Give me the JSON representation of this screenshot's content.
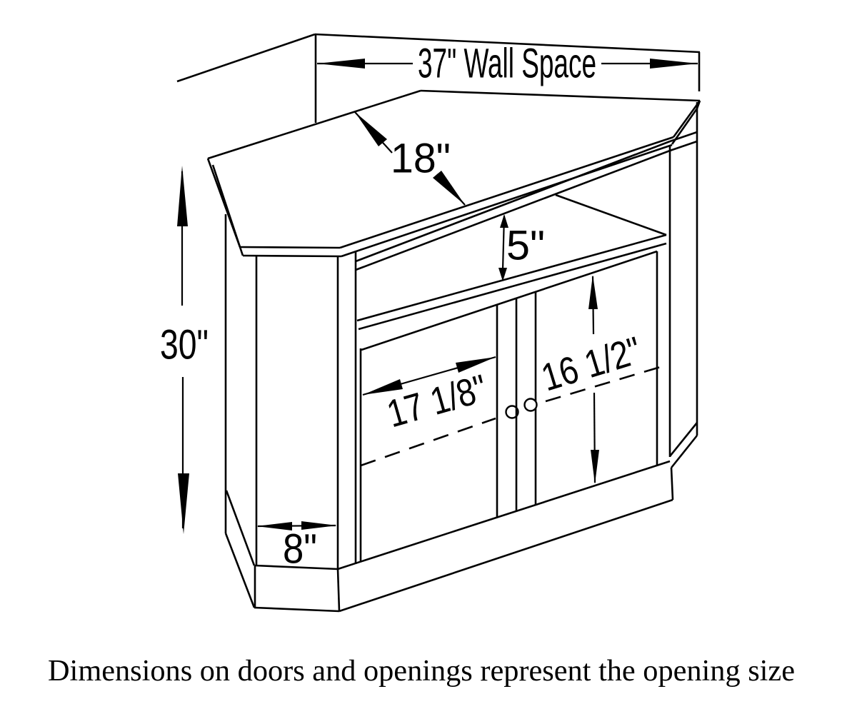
{
  "drawing": {
    "background": "#ffffff",
    "line_color": "#000000",
    "title": "Corner TV stand dimension diagram",
    "dimensions": {
      "wall_space": "37\" Wall Space",
      "top_depth": "18\"",
      "opening_height": "5\"",
      "overall_height": "30\"",
      "door_opening_width": "17 1/8\"",
      "door_opening_height": "16 1/2\"",
      "side_panel_width": "8\""
    },
    "caption": "Dimensions on doors and openings represent the opening size"
  }
}
